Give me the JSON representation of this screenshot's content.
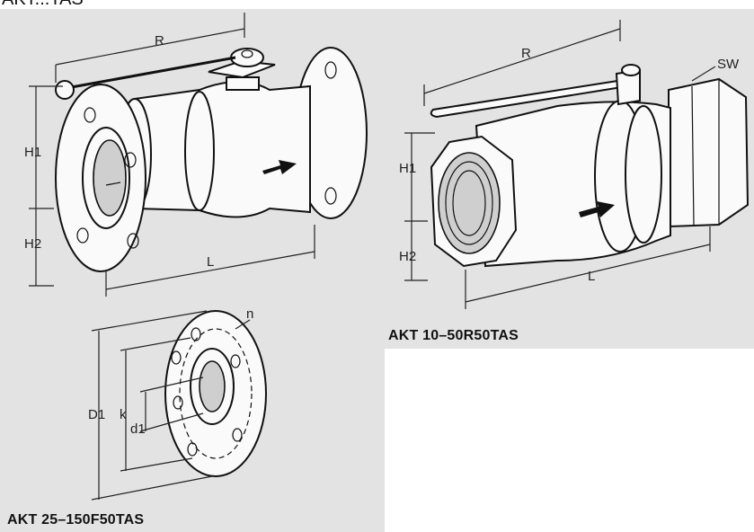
{
  "header": {
    "title": "AKT...TAS"
  },
  "captions": {
    "flanged": "AKT 25–150F50TAS",
    "threaded": "AKT 10–50R50TAS"
  },
  "dimensions": {
    "flanged_valve": {
      "R": "R",
      "H1": "H1",
      "H2": "H2",
      "L": "L"
    },
    "threaded_valve": {
      "R": "R",
      "SW": "SW",
      "H1": "H1",
      "H2": "H2",
      "L": "L"
    },
    "flange_detail": {
      "n": "n",
      "D1": "D1",
      "k": "k",
      "d1": "d1"
    }
  }
}
